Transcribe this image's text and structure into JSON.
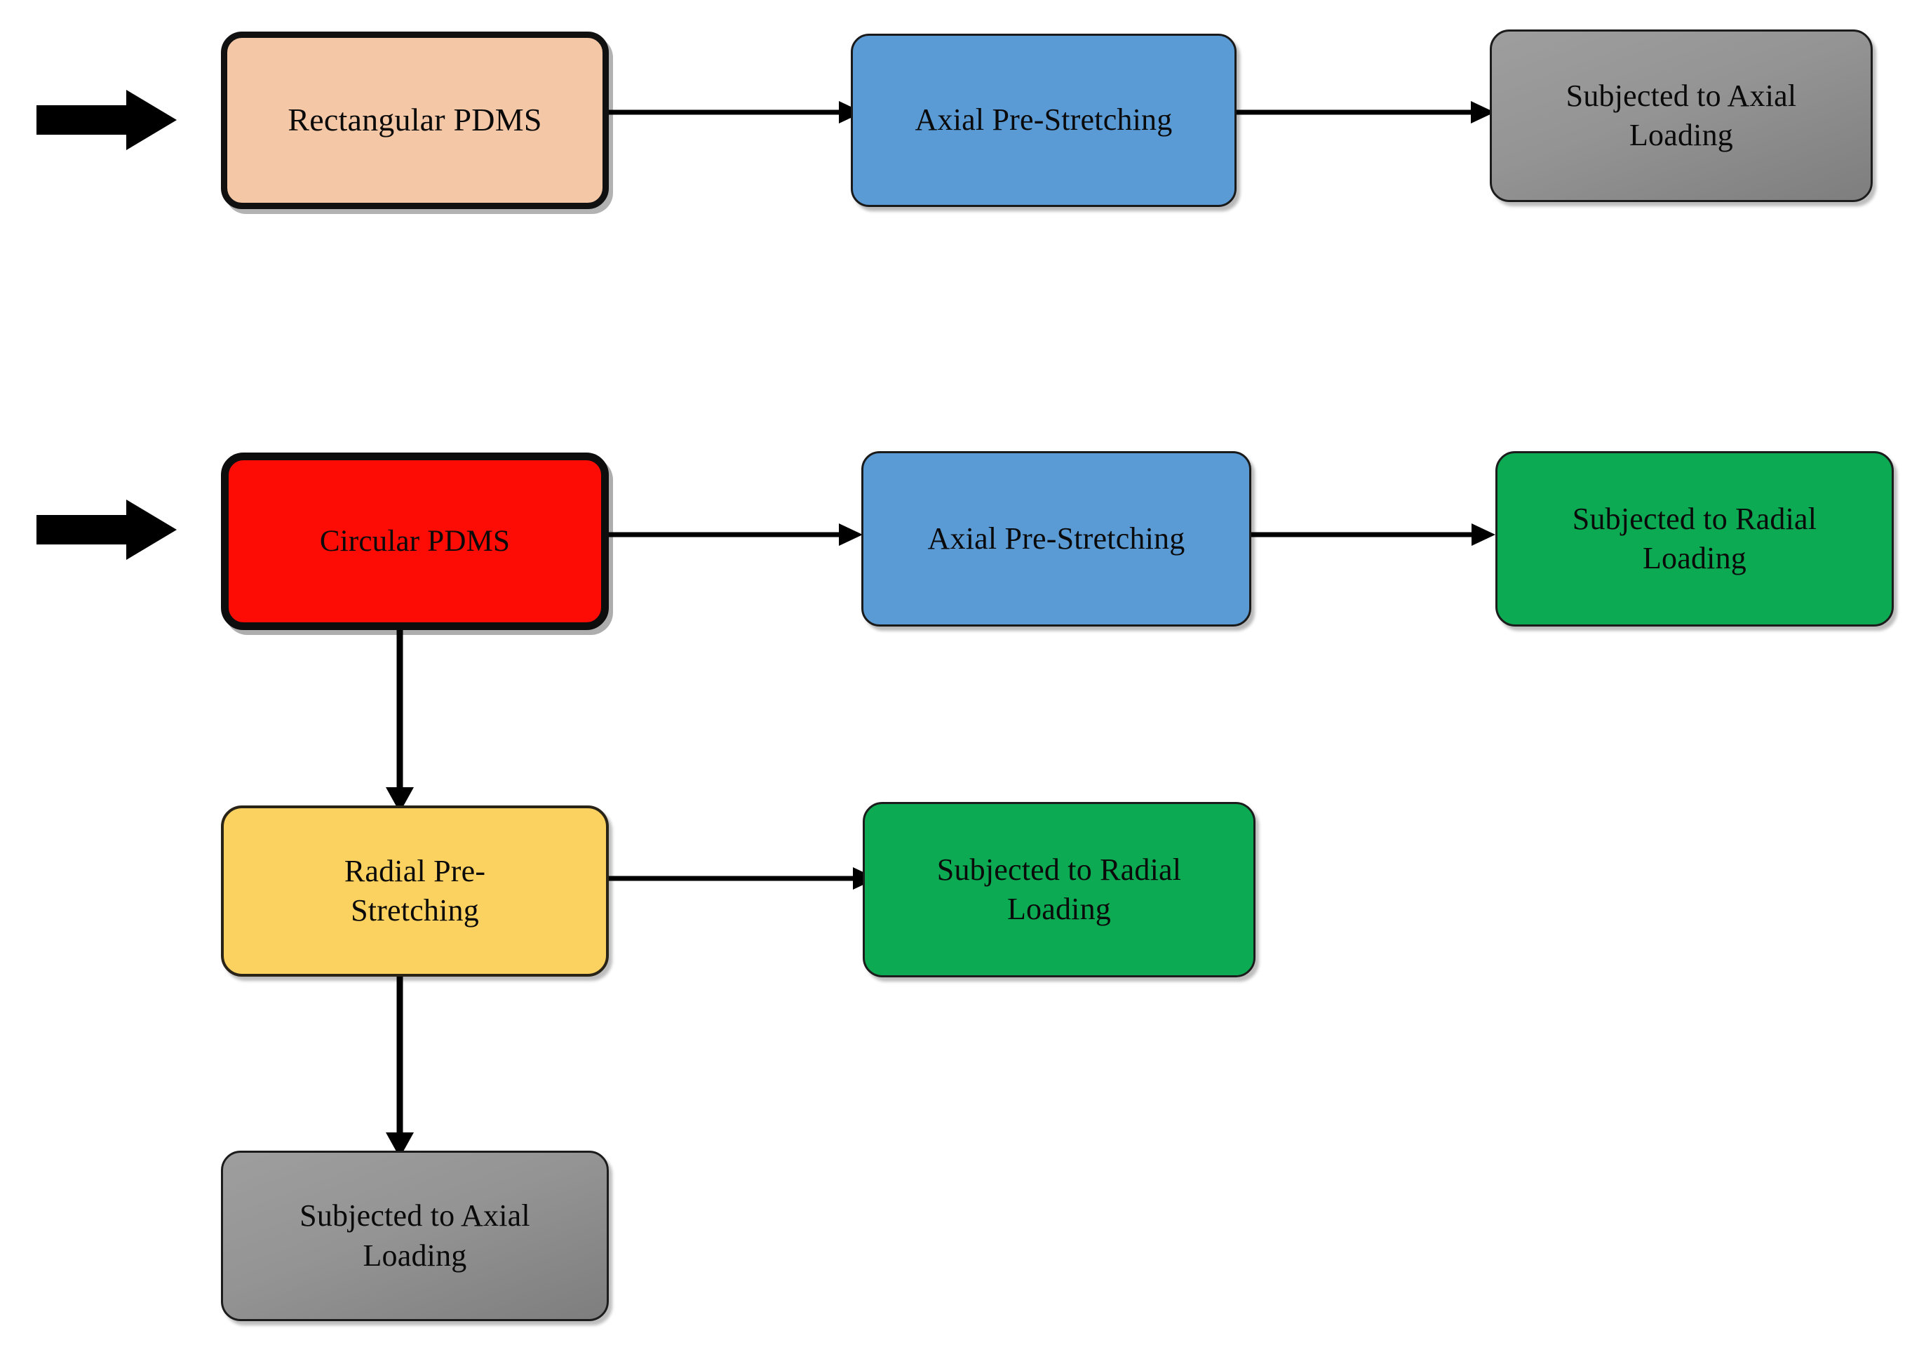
{
  "diagram": {
    "title": "PDMS pre-stretching and loading flowchart",
    "type": "flowchart",
    "background_color": "#ffffff",
    "palette": {
      "peach": "#f4c7a6",
      "red": "#fc0c05",
      "blue": "#5b9bd5",
      "gray": "#949494",
      "green": "#0caa52",
      "yellow": "#fbd15f",
      "outline": "#111111",
      "connector": "#000000"
    },
    "nodes": [
      {
        "id": "rect-pdms",
        "label": "Rectangular PDMS",
        "color": "#f4c7a6"
      },
      {
        "id": "axial-pre-1",
        "label": "Axial Pre-Stretching",
        "color": "#5b9bd5"
      },
      {
        "id": "axial-load-1",
        "label": "Subjected to Axial\nLoading",
        "color": "#949494"
      },
      {
        "id": "circ-pdms",
        "label": "Circular PDMS",
        "color": "#fc0c05"
      },
      {
        "id": "axial-pre-2",
        "label": "Axial Pre-Stretching",
        "color": "#5b9bd5"
      },
      {
        "id": "radial-load-1",
        "label": "Subjected to Radial\nLoading",
        "color": "#0caa52"
      },
      {
        "id": "radial-pre",
        "label": "Radial Pre-\nStretching",
        "color": "#fbd15f"
      },
      {
        "id": "radial-load-2",
        "label": "Subjected to Radial\nLoading",
        "color": "#0caa52"
      },
      {
        "id": "axial-load-2",
        "label": "Subjected to Axial\nLoading",
        "color": "#949494"
      }
    ],
    "edges": [
      {
        "from": "rect-pdms",
        "to": "axial-pre-1",
        "direction": "right"
      },
      {
        "from": "axial-pre-1",
        "to": "axial-load-1",
        "direction": "right"
      },
      {
        "from": "circ-pdms",
        "to": "axial-pre-2",
        "direction": "right"
      },
      {
        "from": "axial-pre-2",
        "to": "radial-load-1",
        "direction": "right"
      },
      {
        "from": "circ-pdms",
        "to": "radial-pre",
        "direction": "down"
      },
      {
        "from": "radial-pre",
        "to": "radial-load-2",
        "direction": "right"
      },
      {
        "from": "radial-pre",
        "to": "axial-load-2",
        "direction": "down"
      }
    ],
    "entry_arrows": [
      {
        "id": "entry-rect",
        "target": "rect-pdms"
      },
      {
        "id": "entry-circ",
        "target": "circ-pdms"
      }
    ]
  }
}
